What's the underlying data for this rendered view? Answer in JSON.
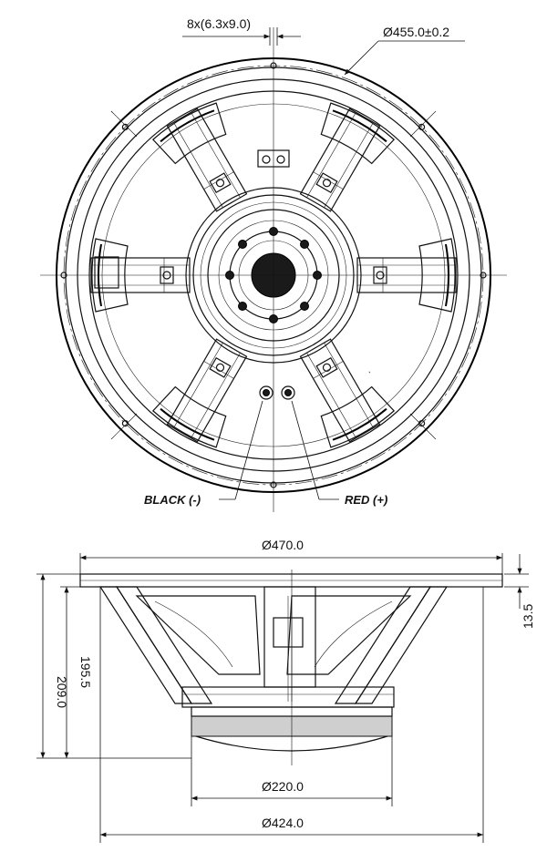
{
  "front_view": {
    "mount_holes": "8x(6.3x9.0)",
    "bolt_circle": "Ø455.0±0.2",
    "terminal_negative": "BLACK (-)",
    "terminal_positive": "RED (+)"
  },
  "side_view": {
    "overall_diameter": "Ø470.0",
    "flange_thickness": "13.5",
    "total_depth": "209.0",
    "mounting_depth": "195.5",
    "magnet_diameter": "Ø220.0",
    "baffle_cutout": "Ø424.0"
  }
}
